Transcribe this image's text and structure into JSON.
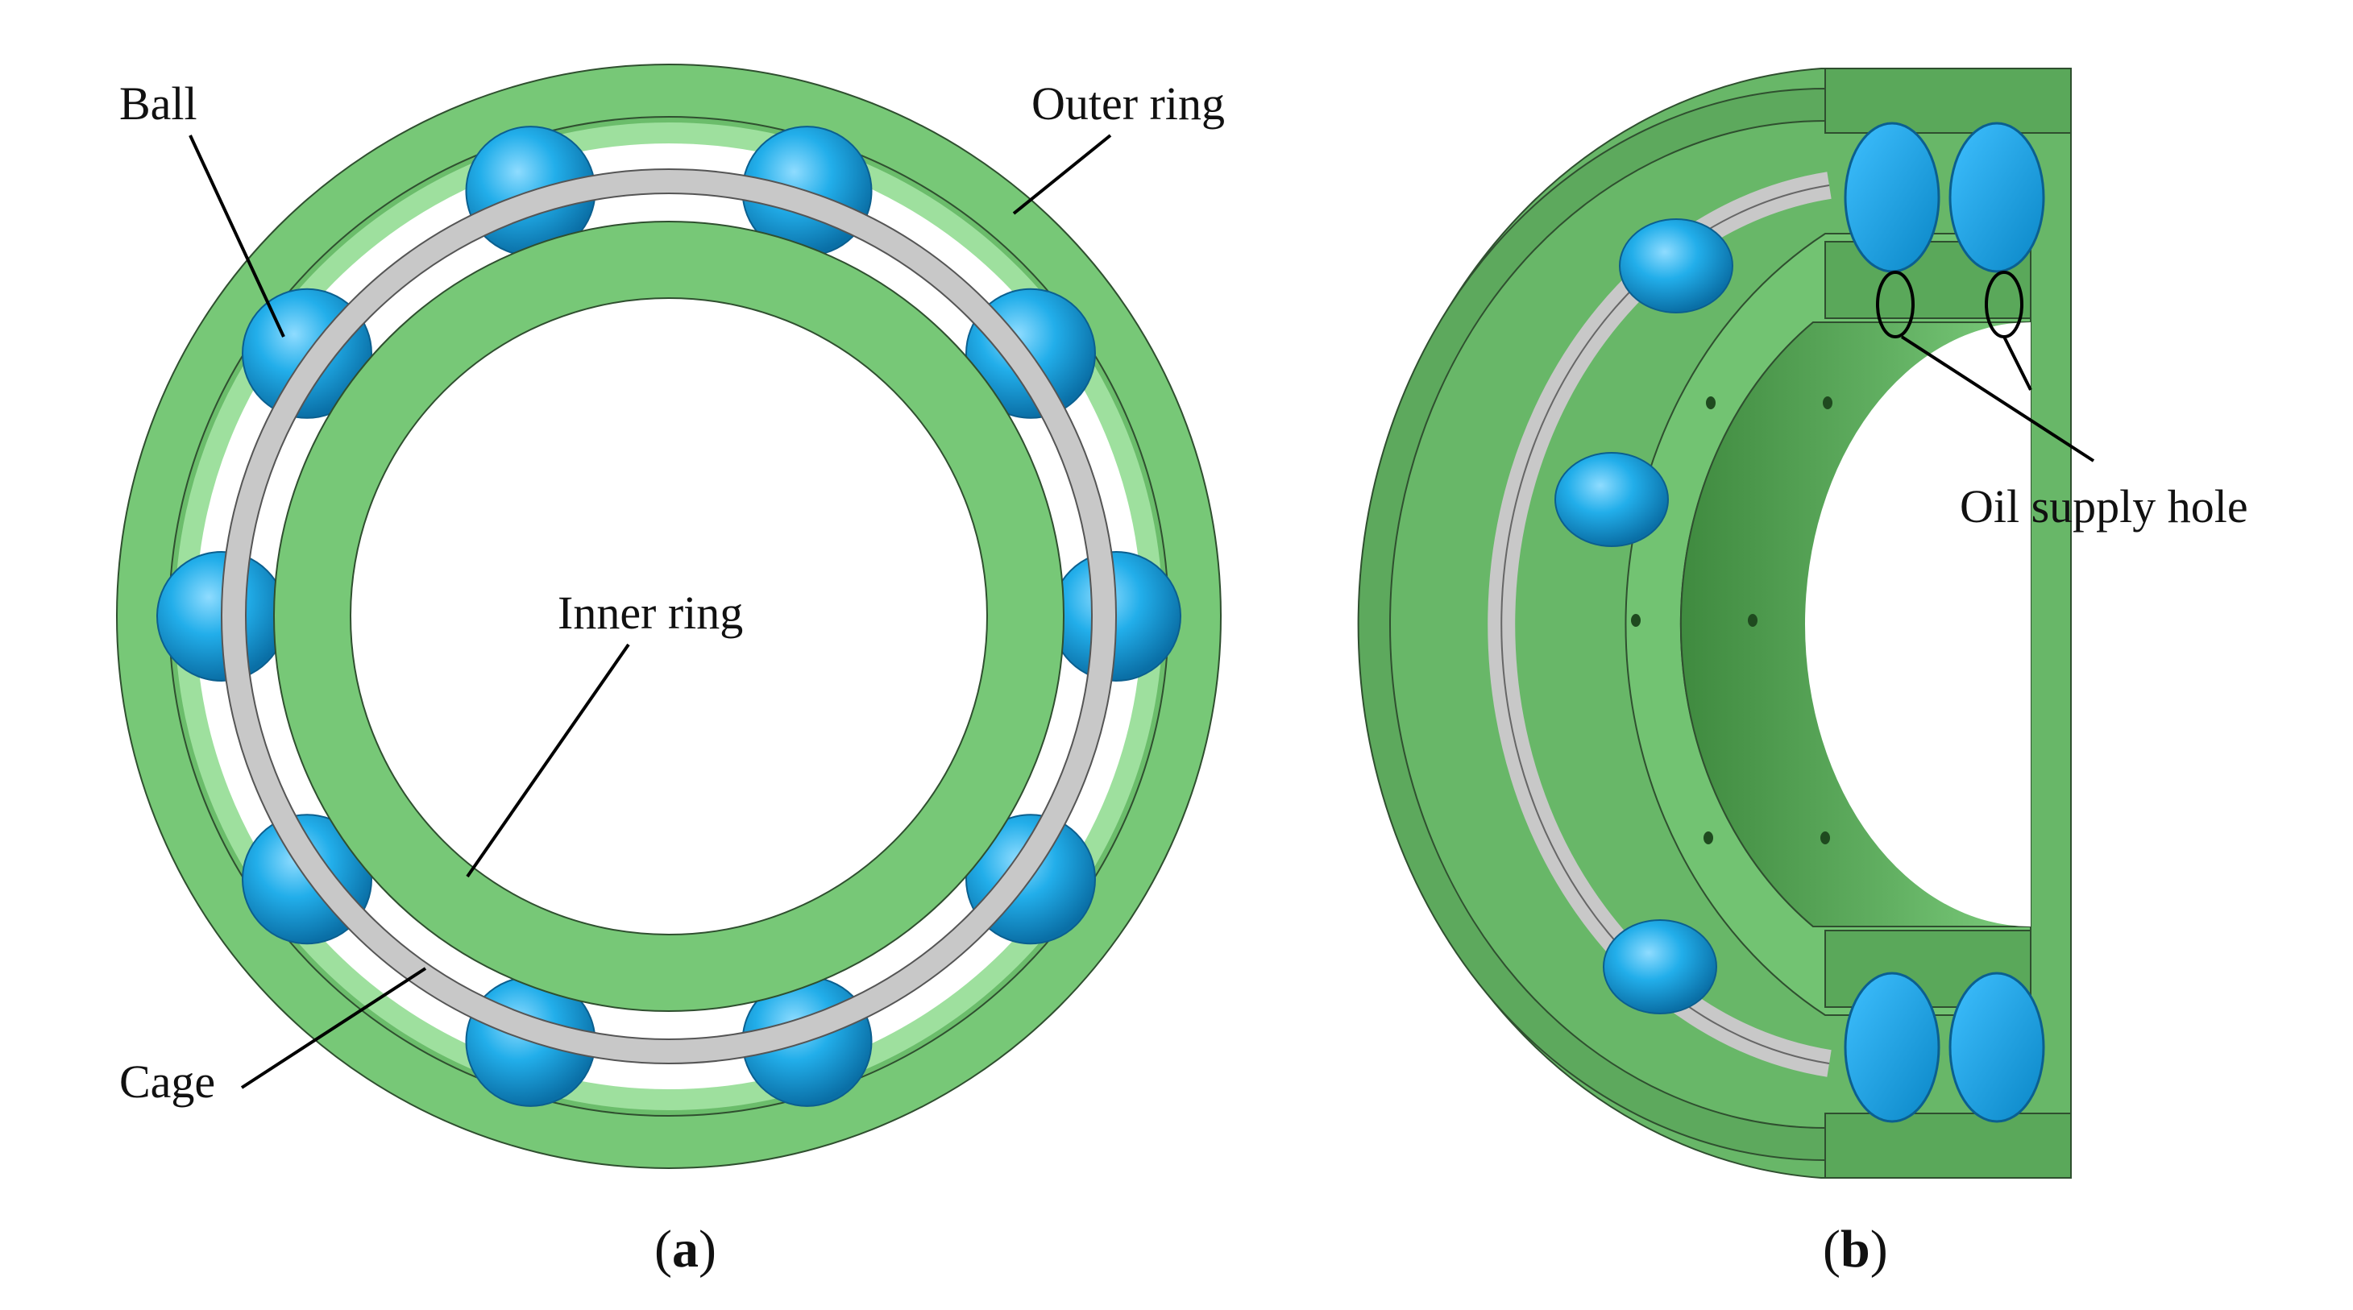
{
  "labels": {
    "ball": "Ball",
    "outer_ring": "Outer ring",
    "inner_ring": "Inner ring",
    "cage": "Cage",
    "oil_supply_hole": "Oil supply hole"
  },
  "captions": {
    "a_open": "(",
    "a_letter": "a",
    "a_close": ")",
    "b_open": "(",
    "b_letter": "b",
    "b_close": ")"
  },
  "colors": {
    "ring_green": "#77c877",
    "ring_dark": "#5aa85a",
    "ball_blue": "#1ea9e8",
    "cage_gray": "#c8c8c8"
  }
}
